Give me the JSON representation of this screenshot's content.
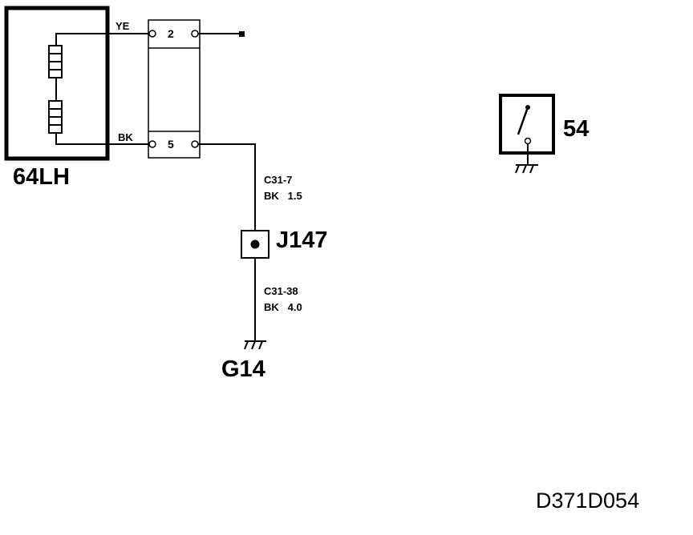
{
  "component": {
    "label": "64LH"
  },
  "connector": {
    "top_pin": {
      "wire_color": "YE",
      "pin": "2"
    },
    "bottom_pin": {
      "wire_color": "BK",
      "pin": "5"
    }
  },
  "circuit_upper": {
    "code": "C31-7",
    "spec": "BK   1.5"
  },
  "junction": {
    "label": "J147"
  },
  "circuit_lower": {
    "code": "C31-38",
    "spec": "BK   4.0"
  },
  "ground": {
    "label": "G14"
  },
  "switch": {
    "label": "54"
  },
  "diagram_code": "D371D054"
}
